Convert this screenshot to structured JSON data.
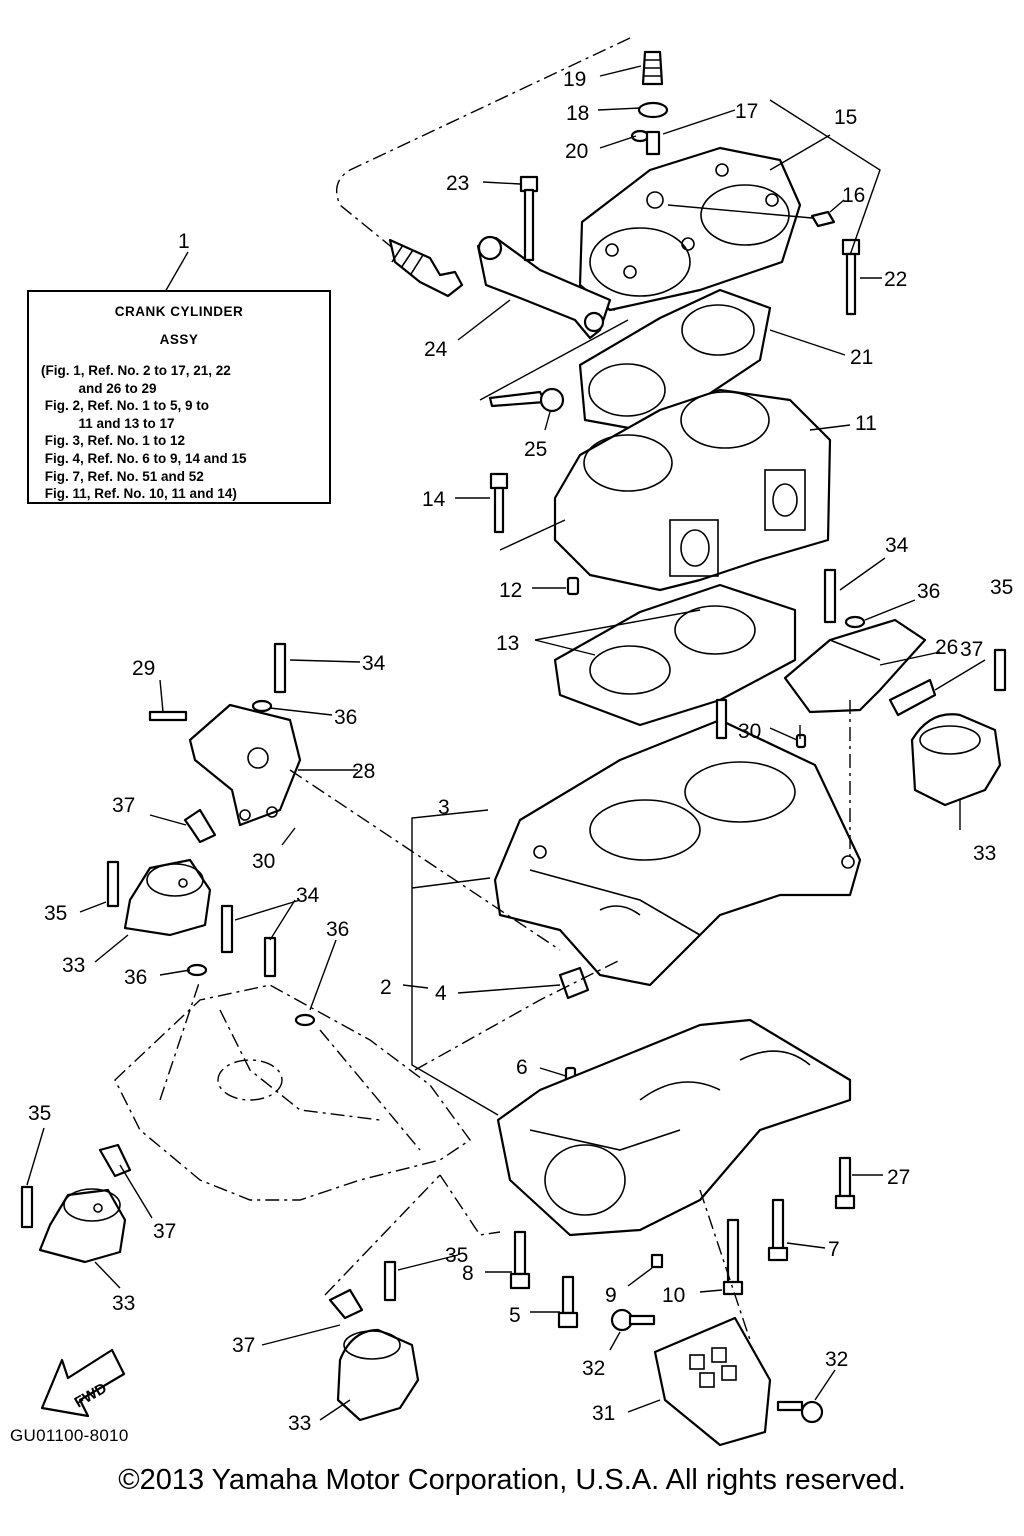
{
  "note": {
    "title": "CRANK CYLINDER",
    "subtitle": "ASSY",
    "lines": [
      "(Fig. 1, Ref. No. 2 to 17, 21, 22",
      "          and 26 to 29",
      " Fig. 2, Ref. No. 1 to 5, 9 to",
      "          11 and 13 to 17",
      " Fig. 3, Ref. No. 1 to 12",
      " Fig. 4, Ref. No. 6 to 9, 14 and 15",
      " Fig. 7, Ref. No. 51 and 52",
      " Fig. 11, Ref. No. 10, 11 and 14)"
    ]
  },
  "callouts": [
    "1",
    "19",
    "18",
    "17",
    "15",
    "20",
    "23",
    "16",
    "22",
    "24",
    "21",
    "25",
    "11",
    "14",
    "12",
    "34",
    "36",
    "35",
    "13",
    "26",
    "37",
    "29",
    "34",
    "36",
    "28",
    "30",
    "33",
    "37",
    "30",
    "3",
    "35",
    "33",
    "34",
    "36",
    "36",
    "2",
    "4",
    "6",
    "35",
    "37",
    "27",
    "33",
    "35",
    "7",
    "8",
    "9",
    "10",
    "5",
    "37",
    "32",
    "32",
    "33",
    "31"
  ],
  "fwd_label": "FWD",
  "ref_code": "GU01100-8010",
  "copyright": "©2013 Yamaha Motor Corporation, U.S.A. All rights reserved."
}
